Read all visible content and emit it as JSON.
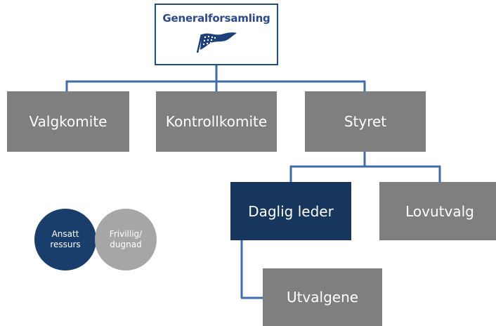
{
  "top": {
    "title": "Generalforsamling"
  },
  "nodes": {
    "valgkomite": "Valgkomite",
    "kontrollkomite": "Kontrollkomite",
    "styret": "Styret",
    "daglig_leder": "Daglig leder",
    "lovutvalg": "Lovutvalg",
    "utvalgene": "Utvalgene"
  },
  "legend": {
    "ansatt": [
      "Ansatt",
      "ressurs"
    ],
    "frivillig": [
      "Frivillig/",
      "dugnad"
    ]
  },
  "colors": {
    "connector": "#3f6ea5",
    "gray_box": "#7f7f7f",
    "navy_box": "#17365d",
    "ansatt_circle": "#1a3e6b",
    "frivillig_circle": "#a6a6a6",
    "title_text": "#2e4a8a",
    "flag": "#1f3f7a"
  },
  "icons": {
    "logo": "flag-logo-icon"
  }
}
